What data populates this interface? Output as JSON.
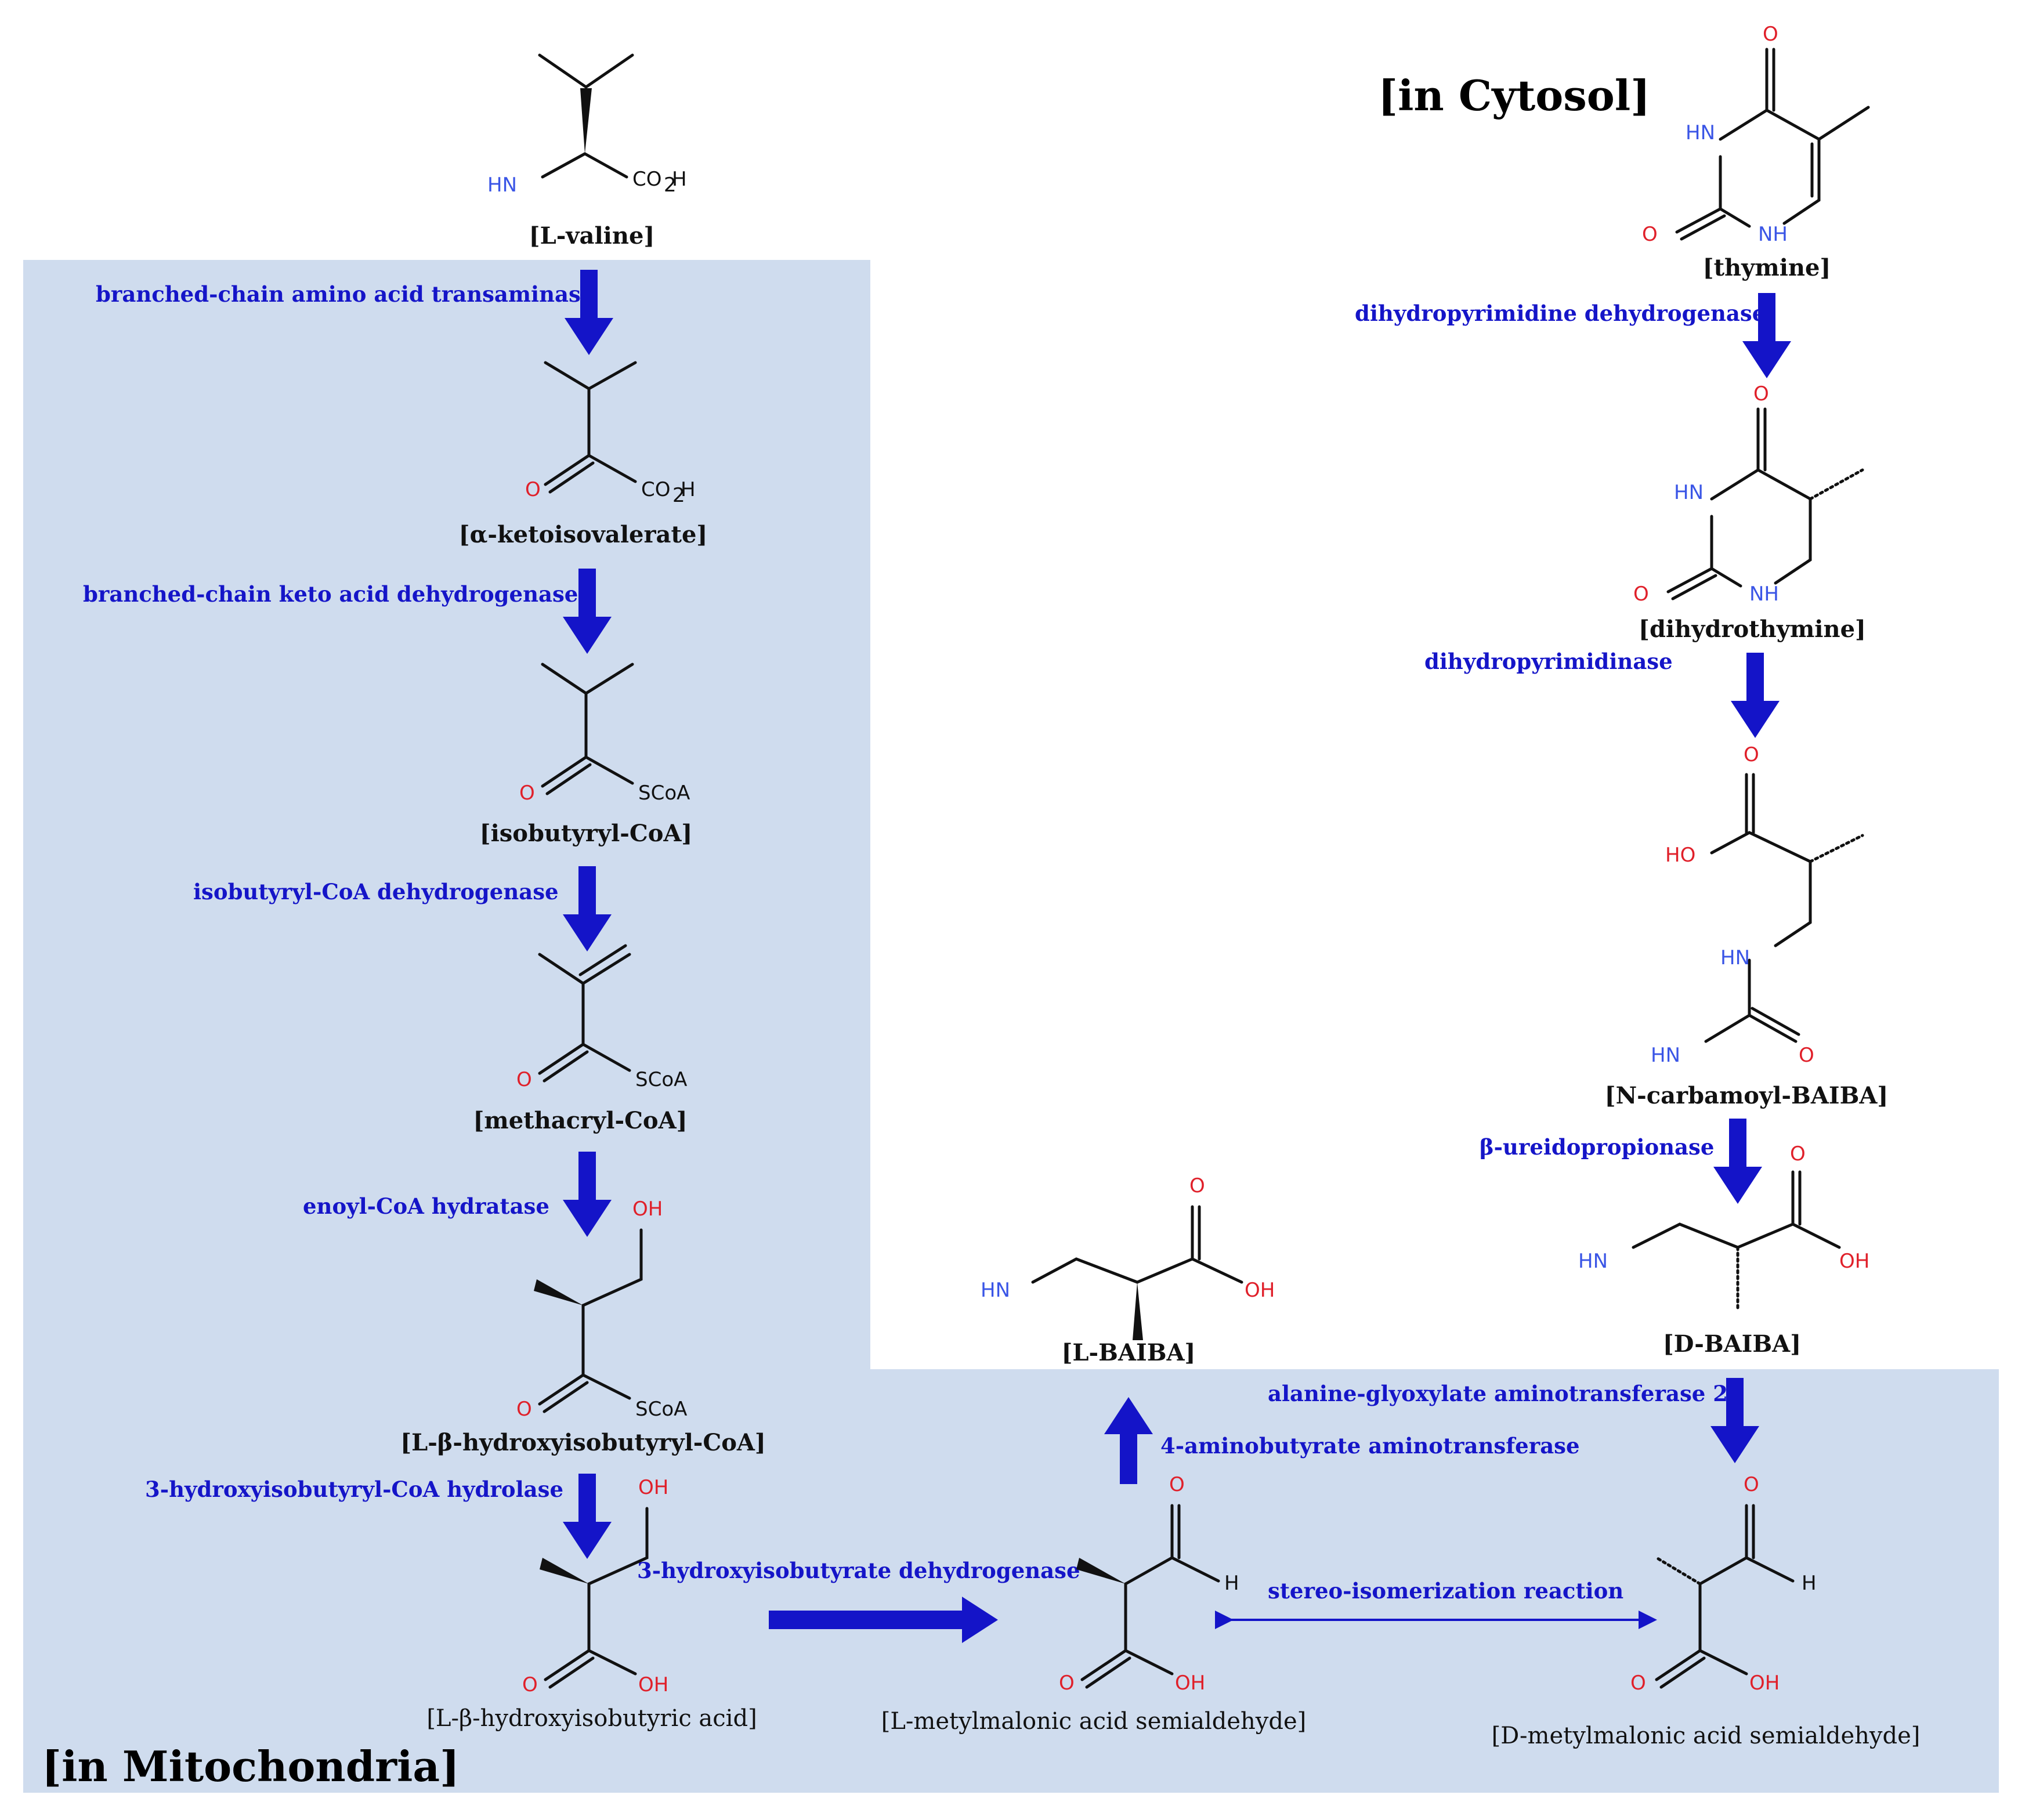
{
  "colors": {
    "mitochondria_region": "#cfdcee",
    "enzyme_text": "#1515c8",
    "arrow": "#1414c8",
    "oxygen": "#e0202a",
    "nitrogen": "#3a55e6",
    "bond": "#111111"
  },
  "regions": {
    "cytosol": "[in Cytosol]",
    "mitochondria": "[in Mitochondria]"
  },
  "compounds": {
    "l_valine": "[L-valine]",
    "a_ketoisovalerate": "[α-ketoisovalerate]",
    "isobutyryl_coa": "[isobutyryl-CoA]",
    "methacryl_coa": "[methacryl-CoA]",
    "l_bhib_coa": "[L-β-hydroxyisobutyryl-CoA]",
    "l_bhiba": "[L-β-hydroxyisobutyric acid]",
    "l_mmsa": "[L-metylmalonic acid semialdehyde]",
    "d_mmsa": "[D-metylmalonic acid semialdehyde]",
    "l_baiba": "[L-BAIBA]",
    "d_baiba": "[D-BAIBA]",
    "thymine": "[thymine]",
    "dihydrothymine": "[dihydrothymine]",
    "n_carbamoyl_baiba": "[N-carbamoyl-BAIBA]"
  },
  "enzymes": {
    "bcat": "branched-chain amino acid transaminase",
    "bckdh": "branched-chain keto acid dehydrogenase",
    "ibd": "isobutyryl-CoA dehydrogenase",
    "ech": "enoyl-CoA hydratase",
    "hibch": "3-hydroxyisobutyryl-CoA hydrolase",
    "hibadh": "3-hydroxyisobutyrate dehydrogenase",
    "abat": "4-aminobutyrate aminotransferase",
    "isomerization": "stereo-isomerization reaction",
    "agxt2": "alanine-glyoxylate aminotransferase 2",
    "dpd": "dihydropyrimidine dehydrogenase",
    "dhp": "dihydropyrimidinase",
    "bup": "β-ureidopropionase"
  },
  "atoms": {
    "O": "O",
    "OH": "OH",
    "HO": "HO",
    "H": "H",
    "HN": "HN",
    "NH": "NH",
    "CO": "CO",
    "sub2": "2",
    "SCoA": "SCoA"
  }
}
